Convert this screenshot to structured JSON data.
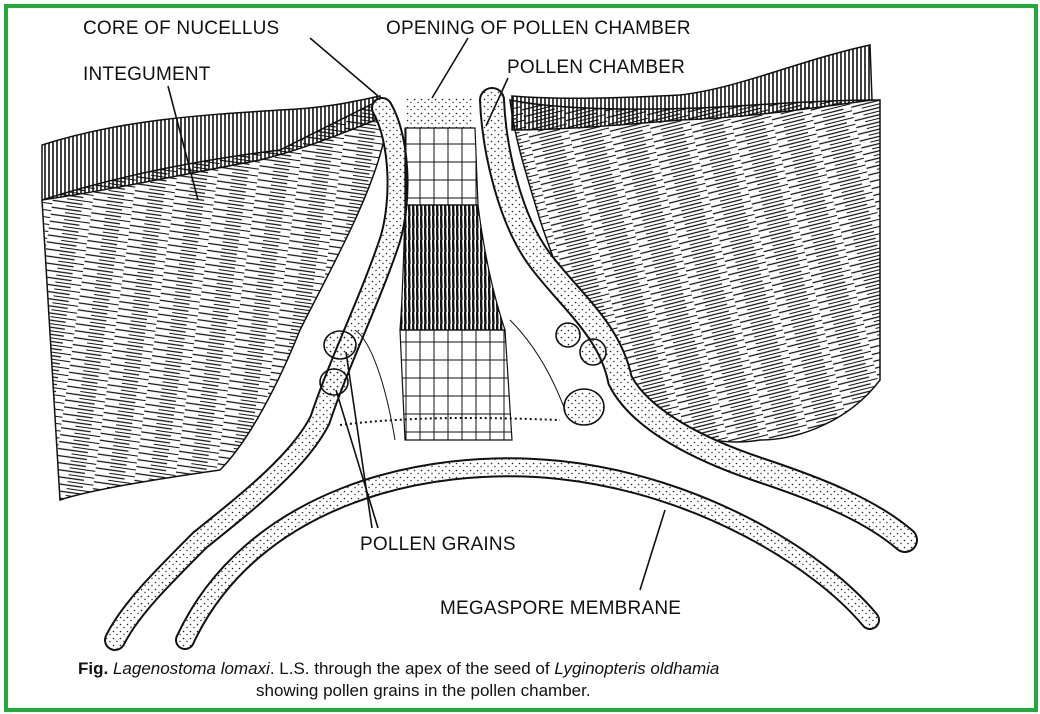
{
  "labels": {
    "core_of_nucellus": "CORE OF NUCELLUS",
    "opening_of_pollen_chamber": "OPENING OF POLLEN CHAMBER",
    "pollen_chamber": "POLLEN CHAMBER",
    "integument": "INTEGUMENT",
    "pollen_grains": "POLLEN GRAINS",
    "megaspore_membrane": "MEGASPORE MEMBRANE"
  },
  "caption": {
    "prefix": "Fig.",
    "species": "Lagenostoma lomaxi",
    "text1": ". L.S. through the apex of the seed of ",
    "genus": "Lyginopteris oldhamia",
    "line2": "showing pollen grains in the pollen chamber."
  },
  "colors": {
    "border": "#22aa3a",
    "ink": "#111111"
  }
}
